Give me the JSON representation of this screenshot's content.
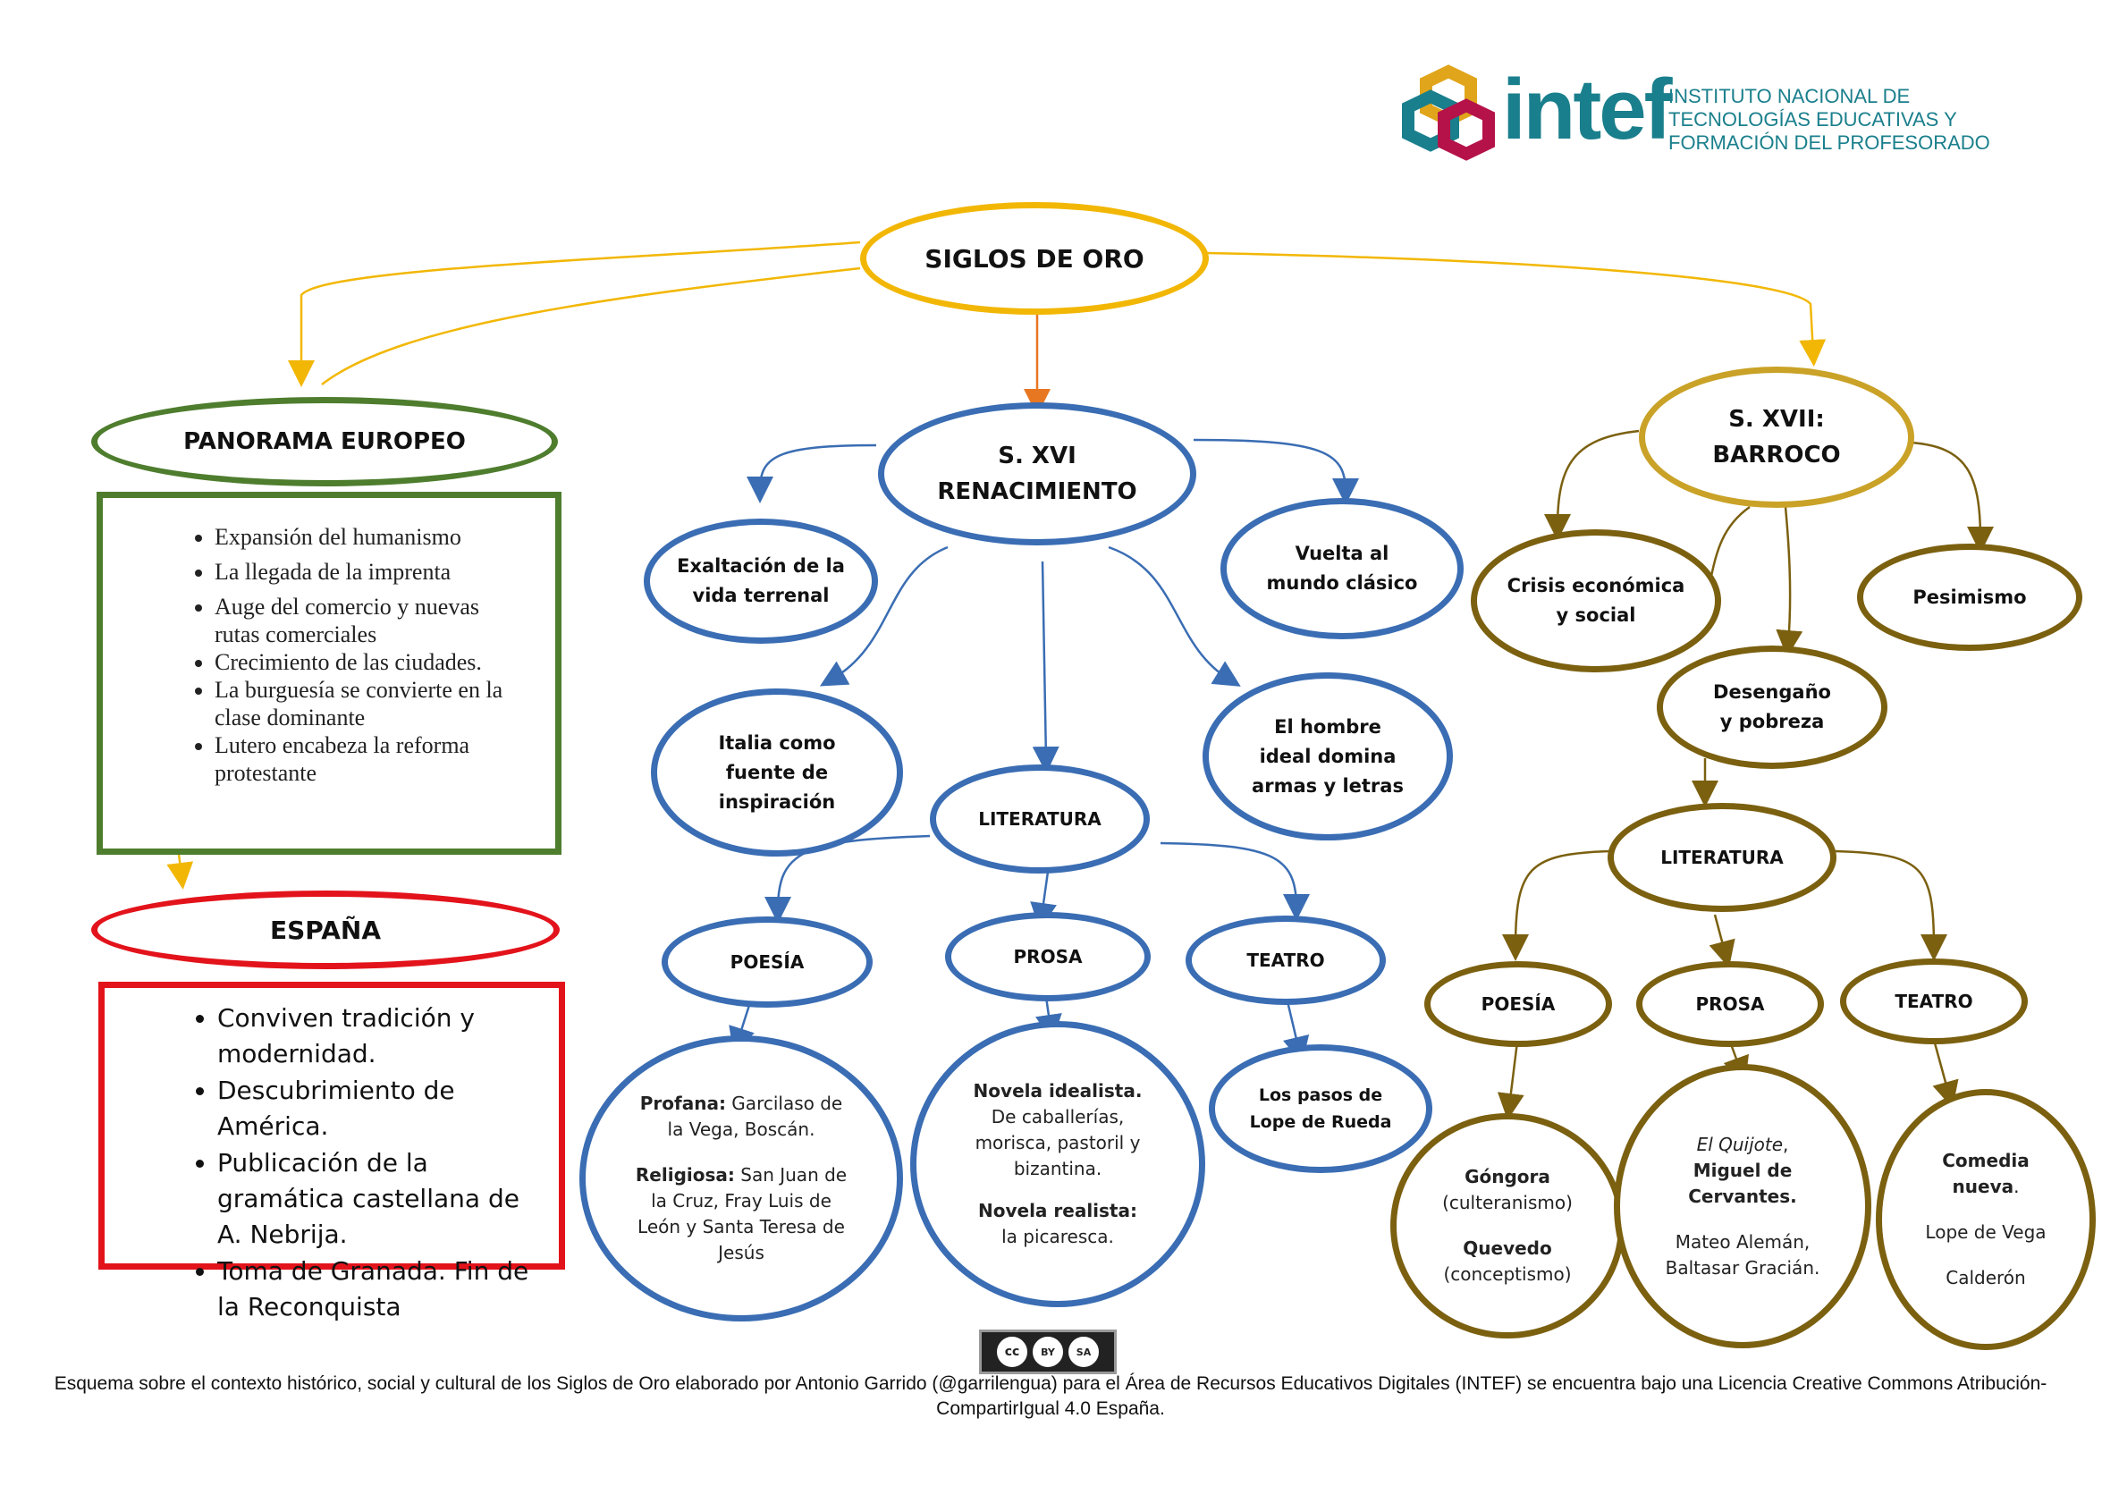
{
  "logo": {
    "word": "intef",
    "subtitle_lines": [
      "INSTITUTO NACIONAL DE",
      "TECNOLOGÍAS EDUCATIVAS Y",
      "FORMACIÓN DEL PROFESORADO"
    ],
    "colors": {
      "teal": "#1a7f8c",
      "gold": "#e0a51a",
      "crimson": "#b5124a"
    }
  },
  "root": {
    "label": "SIGLOS DE ORO"
  },
  "panorama": {
    "title": "PANORAMA EUROPEO",
    "items": [
      "Expansión del humanismo",
      "La llegada de la imprenta",
      "Auge del comercio y nuevas rutas comerciales",
      "Crecimiento de las ciudades.",
      "La burguesía se convierte en la clase dominante",
      " Lutero encabeza la reforma protestante"
    ]
  },
  "espana": {
    "title": "ESPAÑA",
    "items": [
      "Conviven tradición y modernidad.",
      "Descubrimiento de América.",
      "Publicación de la gramática castellana de A. Nebrija.",
      "Toma de Granada. Fin de la Reconquista"
    ]
  },
  "s16": {
    "title_lines": [
      "S. XVI",
      "RENACIMIENTO"
    ],
    "exaltacion": [
      "Exaltación de la",
      "vida terrenal"
    ],
    "vuelta": [
      "Vuelta al",
      "mundo clásico"
    ],
    "italia": [
      "Italia como",
      "fuente de",
      "inspiración"
    ],
    "hombre": [
      "El hombre",
      "ideal domina",
      "armas y letras"
    ],
    "literatura": "LITERATURA",
    "poesia": "POESÍA",
    "prosa": "PROSA",
    "teatro": "TEATRO",
    "poesia_detail": {
      "profana_label": "Profana:",
      "profana_text": " Garcilaso de la Vega, Boscán.",
      "religiosa_label": "Religiosa:",
      "religiosa_text": " San Juan de la Cruz, Fray Luis de León y Santa Teresa de Jesús"
    },
    "prosa_detail": {
      "idealista_label": "Novela idealista.",
      "idealista_text": "De caballerías, morisca, pastoril y bizantina.",
      "realista_label": "Novela realista:",
      "realista_text": "la picaresca."
    },
    "teatro_detail": [
      "Los pasos de",
      "Lope de Rueda"
    ]
  },
  "s17": {
    "title_lines": [
      "S. XVII:",
      "BARROCO"
    ],
    "crisis": [
      "Crisis económica",
      "y social"
    ],
    "pesimismo": "Pesimismo",
    "desengano": [
      "Desengaño",
      "y pobreza"
    ],
    "literatura": "LITERATURA",
    "poesia": "POESÍA",
    "prosa": "PROSA",
    "teatro": "TEATRO",
    "poesia_detail": {
      "gongora": "Góngora",
      "gongora_note": "(culteranismo)",
      "quevedo": "Quevedo",
      "quevedo_note": "(conceptismo)"
    },
    "prosa_detail": {
      "quijote": "El Quijote",
      "quijote_sep": ",",
      "cervantes": "Miguel de Cervantes.",
      "others": "Mateo Alemán, Baltasar Gracián."
    },
    "teatro_detail": {
      "comedia": "Comedia nueva",
      "comedia_end": ".",
      "lope": "Lope de Vega",
      "calderon": "Calderón"
    }
  },
  "license": {
    "badge": [
      "cc",
      "BY",
      "SA"
    ],
    "text": "Esquema sobre el contexto histórico, social y cultural de los Siglos de Oro elaborado por Antonio Garrido (@garrilengua) para el  Área de Recursos Educativos Digitales (INTEF) se encuentra bajo una Licencia Creative Commons Atribución-CompartirIgual 4.0 España."
  },
  "colors": {
    "gold": "#f2b705",
    "orange": "#e87722",
    "green": "#4e7d2e",
    "red": "#e3131b",
    "blue": "#3a6db3",
    "brown": "#7b6010",
    "ochre": "#c9a227"
  }
}
